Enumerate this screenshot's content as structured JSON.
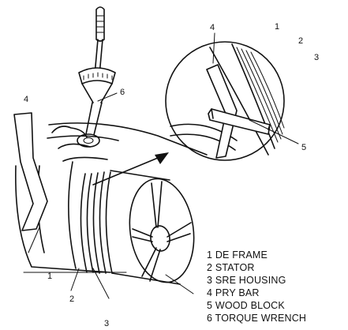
{
  "callouts": {
    "main": [
      "4",
      "6",
      "1",
      "2",
      "3"
    ],
    "detail": [
      "4",
      "1",
      "2",
      "3",
      "5"
    ]
  },
  "legend": [
    "1 DE FRAME",
    "2 STATOR",
    "3 SRE HOUSING",
    "4 PRY BAR",
    "5 WOOD BLOCK",
    "6 TORQUE WRENCH"
  ],
  "gauge_icon": "torque-wrench-dial"
}
